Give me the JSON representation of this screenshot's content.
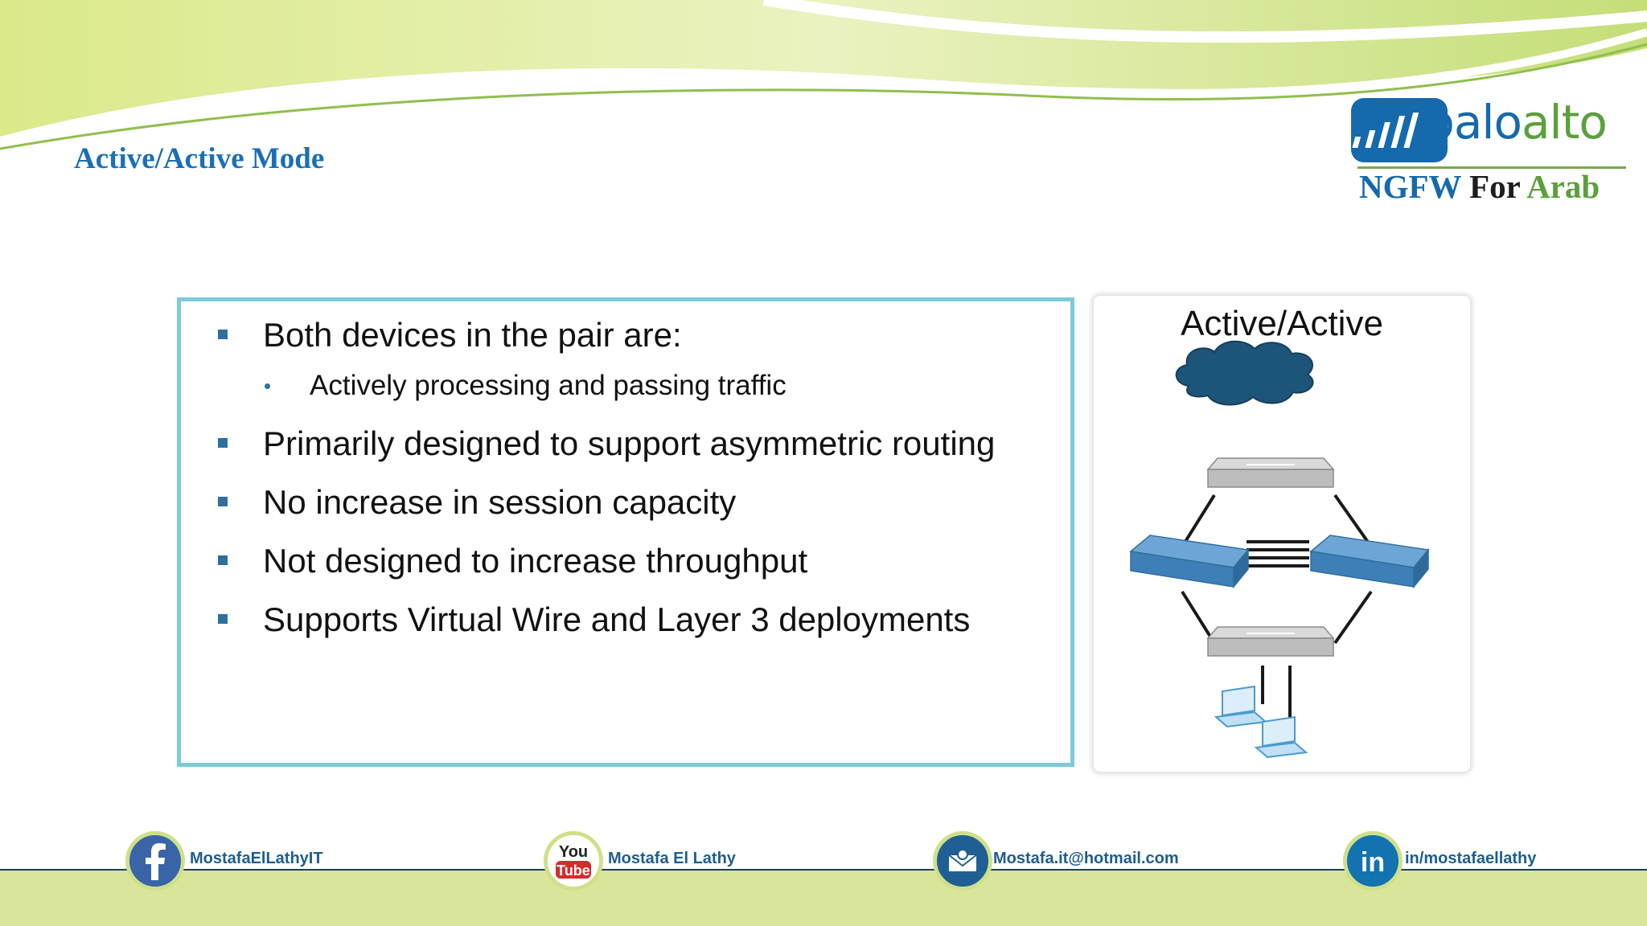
{
  "slide": {
    "title": "Active/Active Mode",
    "logo": {
      "word_part1": "palo",
      "word_part2": "alto",
      "tagline_part1": "NGFW",
      "tagline_part2": "For",
      "tagline_part3": "Arab"
    },
    "bullets": [
      {
        "text": "Both devices in the pair are:",
        "sub": [
          "Actively processing and passing traffic"
        ]
      },
      {
        "text": "Primarily designed to support asymmetric routing",
        "sub": []
      },
      {
        "text": "No increase in session capacity",
        "sub": []
      },
      {
        "text": "Not designed to increase throughput",
        "sub": []
      },
      {
        "text": "Supports Virtual Wire and Layer 3 deployments",
        "sub": []
      }
    ],
    "diagram": {
      "title": "Active/Active",
      "icons": [
        "cloud-icon",
        "switch-icon",
        "firewall-icon",
        "laptop-icon"
      ]
    }
  },
  "footer": {
    "facebook": "MostafaElLathyIT",
    "youtube": "Mostafa El Lathy",
    "email": "Mostafa.it@hotmail.com",
    "linkedin": "in/mostafaellathy",
    "youtube_logo_top": "You",
    "youtube_logo_bottom": "Tube",
    "linkedin_logo": "in"
  },
  "colors": {
    "title_blue": "#1a6fb5",
    "box_border": "#7ccbd9",
    "bullet_blue": "#2f6f9e",
    "brand_green": "#5aa03c",
    "cloud_blue": "#1d5579",
    "firewall_blue": "#4f8fc6"
  }
}
